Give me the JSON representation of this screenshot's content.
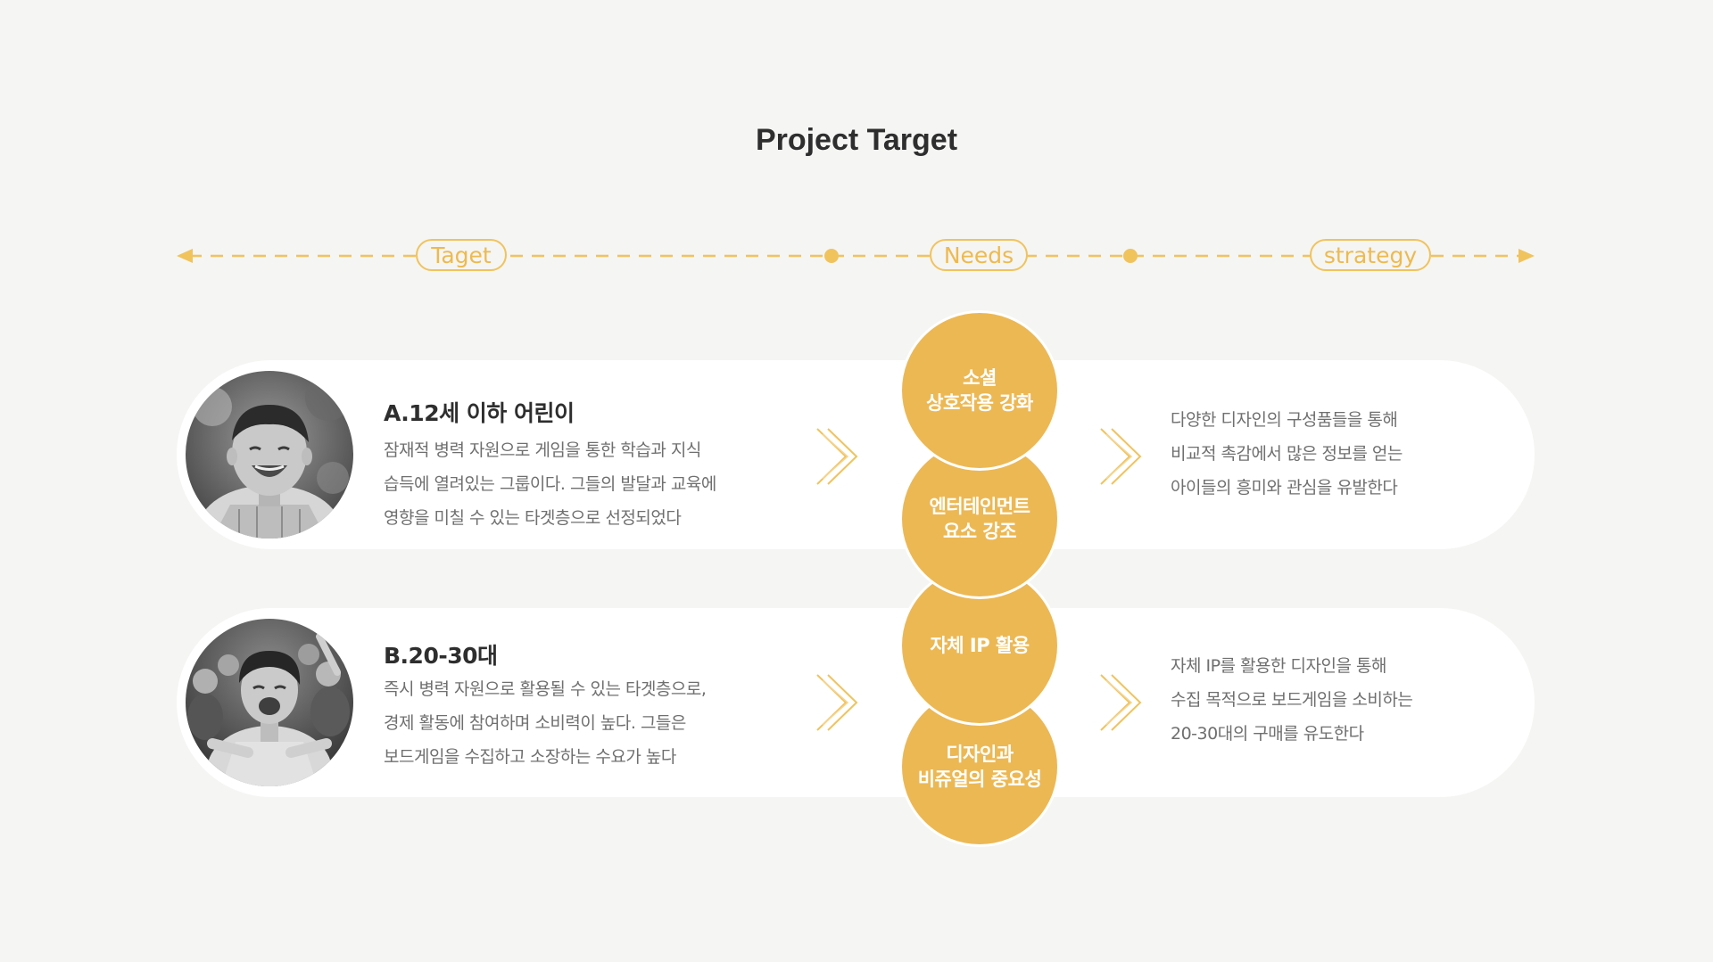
{
  "page": {
    "title": "Project Target"
  },
  "timeline": {
    "labels": [
      "Taget",
      "Needs",
      "strategy"
    ],
    "accent_color": "#f0c35d"
  },
  "rows": [
    {
      "title": "A.12세 이하 어린이",
      "description": [
        "잠재적 병력 자원으로 게임을 통한 학습과 지식",
        "습득에 열려있는 그룹이다. 그들의 발달과 교육에",
        "영향을 미칠 수 있는 타겟층으로 선정되었다"
      ],
      "photo_icon": "child-photo",
      "strategy": [
        "다양한 디자인의 구성품들을 통해",
        "비교적 촉감에서 많은 정보를 얻는",
        "아이들의 흥미와 관심을 유발한다"
      ]
    },
    {
      "title": "B.20-30대",
      "description": [
        "즉시 병력 자원으로 활용될 수 있는 타겟층으로,",
        "경제 활동에 참여하며 소비력이 높다. 그들은",
        "보드게임을 수집하고 소장하는 수요가 높다"
      ],
      "photo_icon": "young-adults-photo",
      "strategy": [
        "자체 IP를 활용한 디자인을 통해",
        "수집 목적으로 보드게임을 소비하는",
        "20-30대의 구매를 유도한다"
      ]
    }
  ],
  "needs": [
    {
      "line1": "소셜",
      "line2": "상호작용 강화"
    },
    {
      "line1": "엔터테인먼트",
      "line2": "요소 강조"
    },
    {
      "line1": "자체 IP 활용",
      "line2": ""
    },
    {
      "line1": "디자인과",
      "line2": "비쥬얼의 중요성"
    }
  ],
  "colors": {
    "background": "#f5f5f3",
    "circle": "#ecb854",
    "text_muted": "#6f6f6f"
  }
}
